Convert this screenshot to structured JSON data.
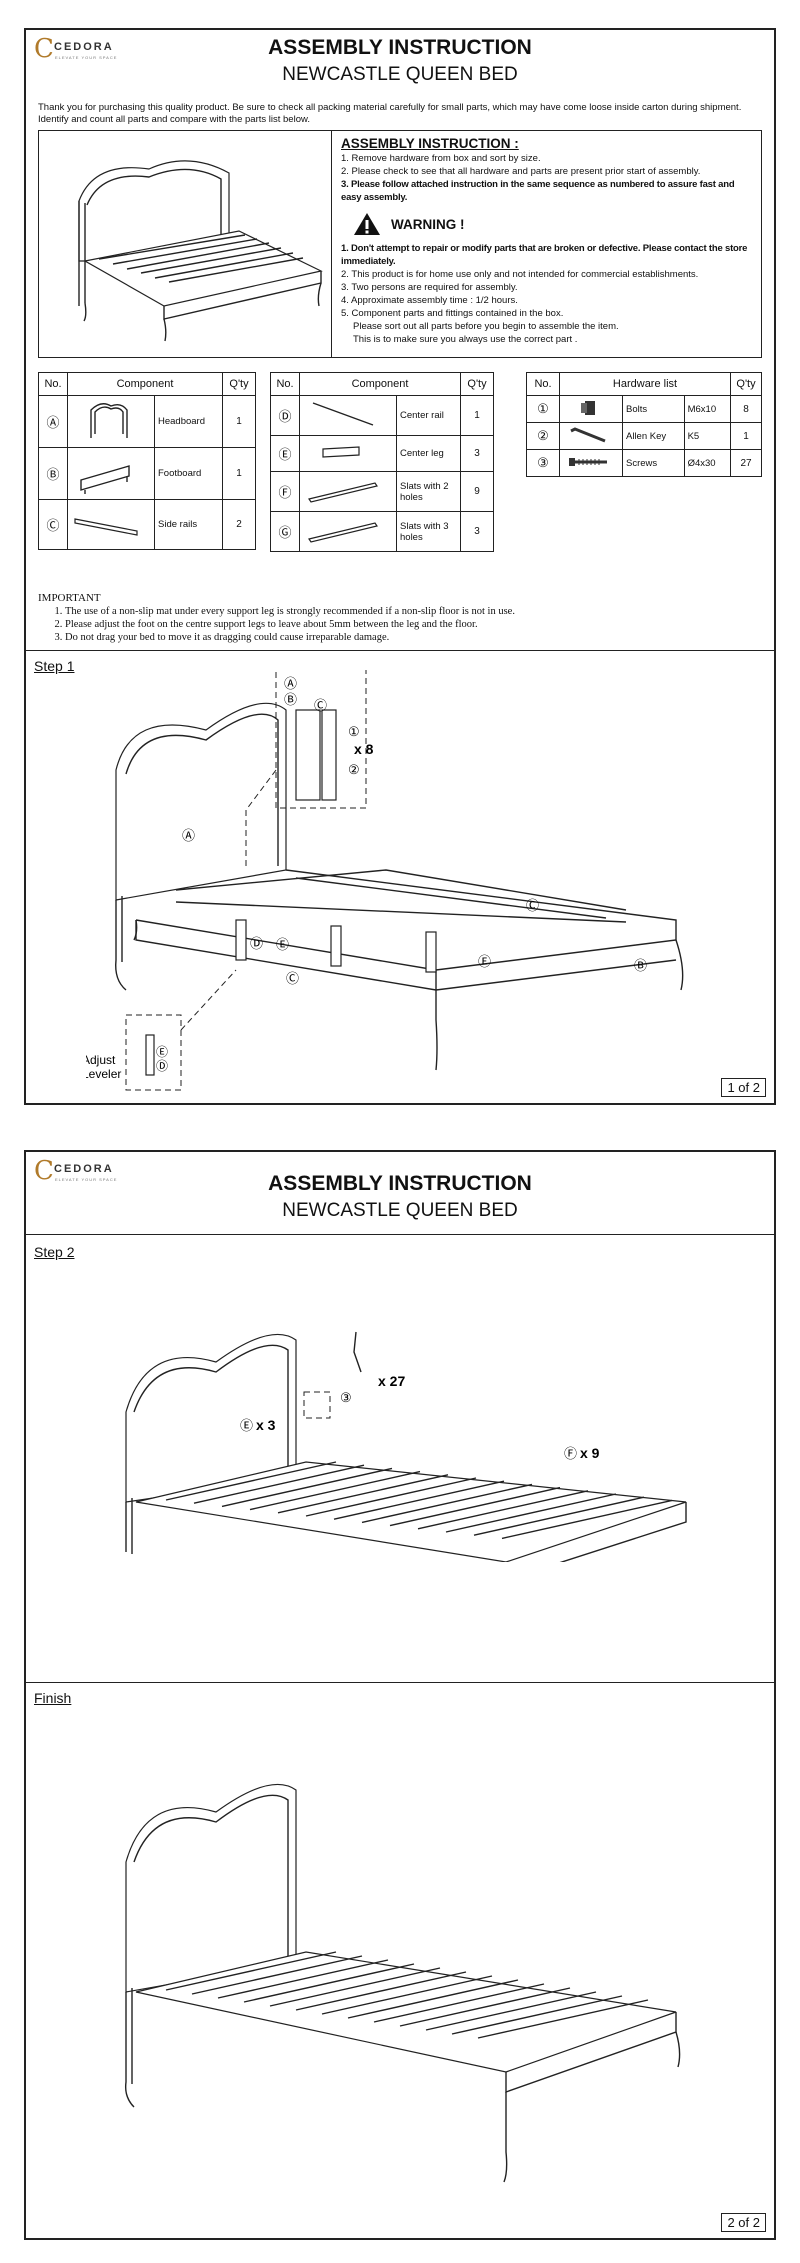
{
  "brand": {
    "name": "CEDORA",
    "registered": "®",
    "tagline": "ELEVATE YOUR SPACE"
  },
  "title": "ASSEMBLY INSTRUCTION",
  "subtitle": "NEWCASTLE QUEEN BED",
  "intro": "Thank you for purchasing this quality product. Be sure to check all packing material carefully for small parts, which may have come loose inside carton during shipment. Identify and count all parts and compare with the parts list below.",
  "assembly": {
    "heading": "ASSEMBLY INSTRUCTION :",
    "steps": [
      "1. Remove hardware from box and sort by size.",
      "2. Please check to see that all hardware and parts are present prior start of assembly.",
      "3. Please follow attached instruction in the same sequence as numbered to assure fast and easy assembly."
    ]
  },
  "warning": {
    "heading": "WARNING !",
    "items": [
      "1. Don't attempt to repair or modify parts that are broken or defective. Please contact the store immediately.",
      "2. This product is for home use  only and not intended for commercial establishments.",
      "3. Two persons are required for assembly.",
      "4. Approximate assembly time : 1/2 hours.",
      "5. Component parts and fittings contained in the box."
    ],
    "extra": [
      "Please sort out all parts before you begin to assemble the item.",
      "This is to make sure  you always use the correct part ."
    ]
  },
  "component_table_1": {
    "headers": [
      "No.",
      "Component",
      "Q'ty"
    ],
    "rows": [
      {
        "no": "Ⓐ",
        "name": "Headboard",
        "qty": "1"
      },
      {
        "no": "Ⓑ",
        "name": "Footboard",
        "qty": "1"
      },
      {
        "no": "Ⓒ",
        "name": "Side rails",
        "qty": "2"
      }
    ]
  },
  "component_table_2": {
    "headers": [
      "No.",
      "Component",
      "Q'ty"
    ],
    "rows": [
      {
        "no": "Ⓓ",
        "name": "Center rail",
        "qty": "1"
      },
      {
        "no": "Ⓔ",
        "name": "Center leg",
        "qty": "3"
      },
      {
        "no": "Ⓕ",
        "name": "Slats with 2 holes",
        "qty": "9"
      },
      {
        "no": "Ⓖ",
        "name": "Slats with 3 holes",
        "qty": "3"
      }
    ]
  },
  "hardware_table": {
    "headers": [
      "No.",
      "Hardware list",
      "Q'ty"
    ],
    "rows": [
      {
        "no": "①",
        "name": "Bolts",
        "size": "M6x10",
        "qty": "8"
      },
      {
        "no": "②",
        "name": "Allen Key",
        "size": "K5",
        "qty": "1"
      },
      {
        "no": "③",
        "name": "Screws",
        "size": "Ø4x30",
        "qty": "27"
      }
    ]
  },
  "important": {
    "heading": "IMPORTANT",
    "items": [
      "The use of a non-slip mat under every support leg is strongly recommended if a non-slip floor is not in use.",
      "Please adjust the foot on the centre support legs to leave about 5mm between the leg and the floor.",
      "Do not drag your bed to move it as dragging could cause irreparable damage."
    ]
  },
  "step1": {
    "label": "Step 1",
    "callouts": {
      "a": "Ⓐ",
      "b": "Ⓑ",
      "c": "Ⓒ",
      "d": "Ⓓ",
      "e": "Ⓔ",
      "one": "①",
      "two": "②",
      "times8": "x 8"
    },
    "adjust": [
      "Adjust",
      "Leveler"
    ]
  },
  "step2": {
    "label": "Step 2",
    "callouts": {
      "e": "Ⓔ",
      "e_count": "x 3",
      "f": "Ⓕ",
      "f_count": "x 9",
      "three": "③",
      "screw_count": "x 27"
    }
  },
  "finish": {
    "label": "Finish"
  },
  "page_numbers": [
    "1 of 2",
    "2 of 2"
  ]
}
